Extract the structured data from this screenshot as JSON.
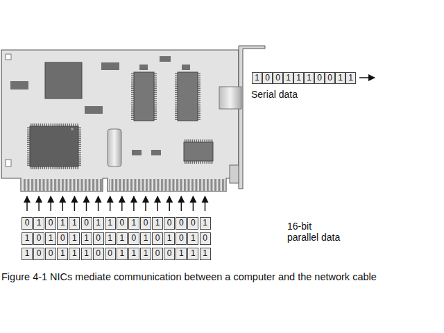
{
  "diagram": {
    "caption": "Figure 4-1 NICs mediate communication between a computer and the network cable",
    "labels": [
      "1",
      "0",
      "0",
      "1",
      "1",
      "1",
      "0",
      "0",
      "1",
      "1",
      "Serial data",
      "0",
      "1",
      "0",
      "1",
      "1",
      "0",
      "1",
      "1",
      "0",
      "1",
      "0",
      "1",
      "0",
      "0",
      "0",
      "1",
      "1",
      "0",
      "1",
      "0",
      "1",
      "1",
      "0",
      "1",
      "1",
      "0",
      "1",
      "0",
      "1",
      "0",
      "1",
      "0",
      "1",
      "0",
      "0",
      "1",
      "1",
      "1",
      "0",
      "0",
      "1",
      "1",
      "1",
      "0",
      "0",
      "1",
      "1",
      "1",
      "16-bit parallel data"
    ]
  }
}
